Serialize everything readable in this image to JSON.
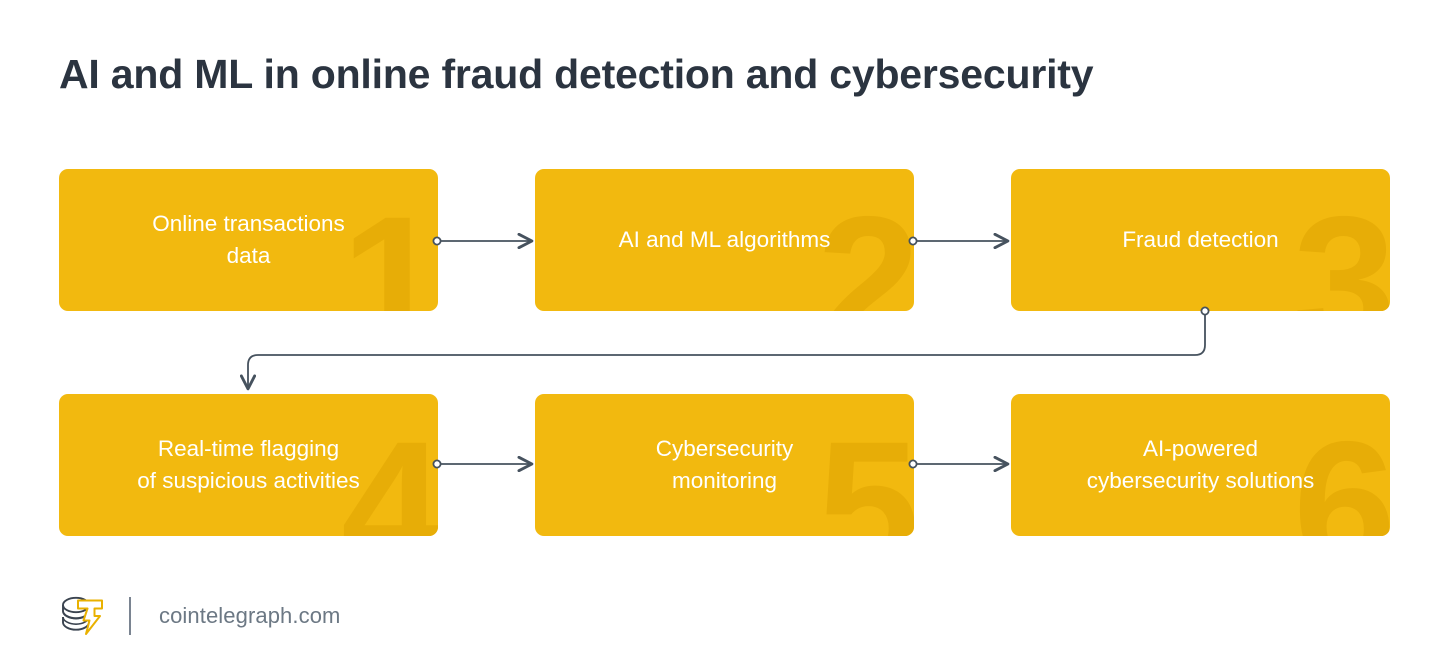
{
  "title": "AI and ML in online fraud detection and cybersecurity",
  "colors": {
    "box_fill": "#f2b90f",
    "watermark": "#e7ad07",
    "box_text": "#ffffff",
    "title_text": "#2b3440",
    "connector": "#46525e",
    "footer_text": "#6c7884",
    "background": "#ffffff"
  },
  "steps": [
    {
      "number": "1",
      "label": "Online transactions\ndata"
    },
    {
      "number": "2",
      "label": "AI and ML algorithms"
    },
    {
      "number": "3",
      "label": "Fraud detection"
    },
    {
      "number": "4",
      "label": "Real-time flagging\nof suspicious activities"
    },
    {
      "number": "5",
      "label": "Cybersecurity\nmonitoring"
    },
    {
      "number": "6",
      "label": "AI-powered\ncybersecurity solutions"
    }
  ],
  "connectors": [
    {
      "name": "arrow-step1-to-step2",
      "kind": "horizontal-arrow"
    },
    {
      "name": "arrow-step2-to-step3",
      "kind": "horizontal-arrow"
    },
    {
      "name": "arrow-step3-to-step4",
      "kind": "elbow-arrow"
    },
    {
      "name": "arrow-step4-to-step5",
      "kind": "horizontal-arrow"
    },
    {
      "name": "arrow-step5-to-step6",
      "kind": "horizontal-arrow"
    }
  ],
  "footer": {
    "site": "cointelegraph.com",
    "logo_alt": "cointelegraph-logo"
  }
}
